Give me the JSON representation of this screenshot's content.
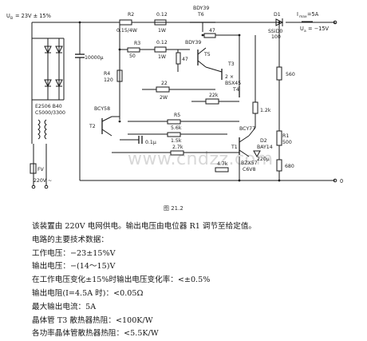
{
  "diagram": {
    "labels": {
      "ub": "U",
      "ub_sub": "B",
      "ub_value": "= 23V ± 15%",
      "r2": "R2",
      "r2_val": "0.15/4W",
      "r012a": "0.12",
      "w1a": "1W",
      "t6": "T6",
      "bdy39a": "BDY39",
      "d1": "D1",
      "imax": "I",
      "imax_sub": "max",
      "imax_val": "=5A",
      "ssid": "SSiD0",
      "c100": "100",
      "ua": "U",
      "ua_sub": "a",
      "ua_val": "= −15V",
      "r3": "R3",
      "r50": "50",
      "r012b": "0.12",
      "w1b": "1W",
      "bdy39b": "BDY39",
      "r47a": "47",
      "r47b": "47",
      "t5": "T5",
      "cap10000": "10000μ",
      "t3": "T3",
      "bsx": "2 ×",
      "bsx2": "BSX45",
      "t4": "T4",
      "r560": "560",
      "r4": "R4",
      "r120": "120",
      "r22": "22",
      "w2": "2W",
      "r22k": "22k",
      "bridge1": "E2506 B40",
      "bridge2": "C5000/3300",
      "bcy58": "BCY58",
      "r1k2": "1.2k",
      "r5": "R5",
      "r56k": "5.6k",
      "r15k": "1.5k",
      "t2": "T2",
      "bcy77": "BCY77",
      "r1": "R1",
      "r500": "500",
      "c01": "0.1μ",
      "r27k": "2.7k",
      "t1": "T1",
      "d2": "D2",
      "bay14": "BAY14",
      "r680": "680",
      "fuse": "FV",
      "c220": "220μ",
      "bzx": "BZX57",
      "c6v8": "C6V8",
      "r47k": "4.7k",
      "mains": "220V ~",
      "zero": "0"
    },
    "watermark": "www.cndzz.com",
    "caption": "图 21.2"
  },
  "text": {
    "intro": "该装置由 220V 电网供电。输出电压由电位器 R1 调节至给定值。",
    "heading": "电路的主要技术数据：",
    "lines": [
      "工作电压：−23±15%V",
      "输出电压：−(14～15)V",
      "在工作电压变化±15%时输出电压变化率：<±0.5%",
      "输出电阻(I=4.5A 时)：<0.05Ω",
      "最大输出电流：5A",
      "晶体管 T3 散热器热阻：<100K/W",
      "各功率晶体管散热器热阻：<5.5K/W"
    ]
  }
}
